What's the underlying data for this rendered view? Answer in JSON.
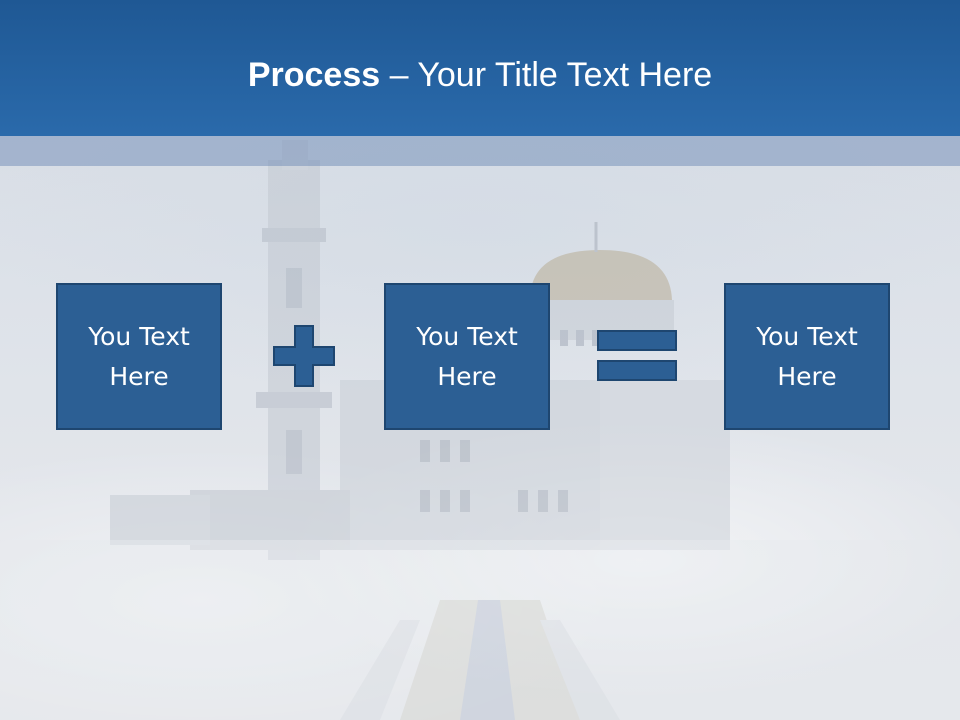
{
  "slide": {
    "title_bold": "Process",
    "title_rest": " – Your Title Text Here"
  },
  "process": {
    "items": [
      {
        "label": "You Text Here"
      },
      {
        "label": "You Text Here"
      },
      {
        "label": "You Text Here"
      }
    ],
    "operators": [
      "plus-icon",
      "equals-icon"
    ]
  },
  "colors": {
    "header": "#2a6aab",
    "box_fill": "#2c5f94",
    "box_border": "#1e4670",
    "text": "#ffffff"
  }
}
